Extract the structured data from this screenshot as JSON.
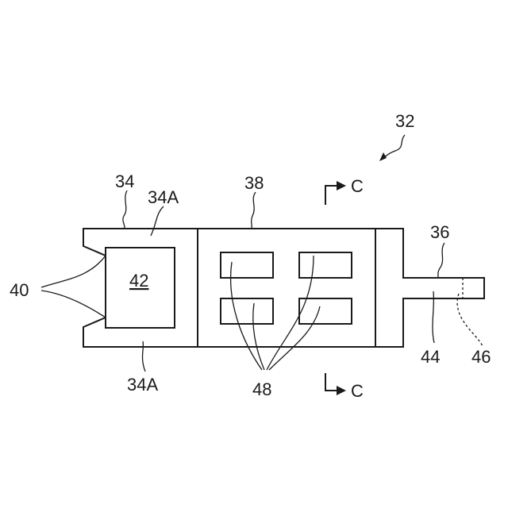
{
  "labels": {
    "ref_32": "32",
    "ref_34": "34",
    "ref_34a_top": "34A",
    "ref_34a_bottom": "34A",
    "ref_38": "38",
    "ref_36": "36",
    "ref_40": "40",
    "ref_42": "42",
    "ref_44": "44",
    "ref_46": "46",
    "ref_48": "48",
    "section_top": "C",
    "section_bottom": "C"
  }
}
